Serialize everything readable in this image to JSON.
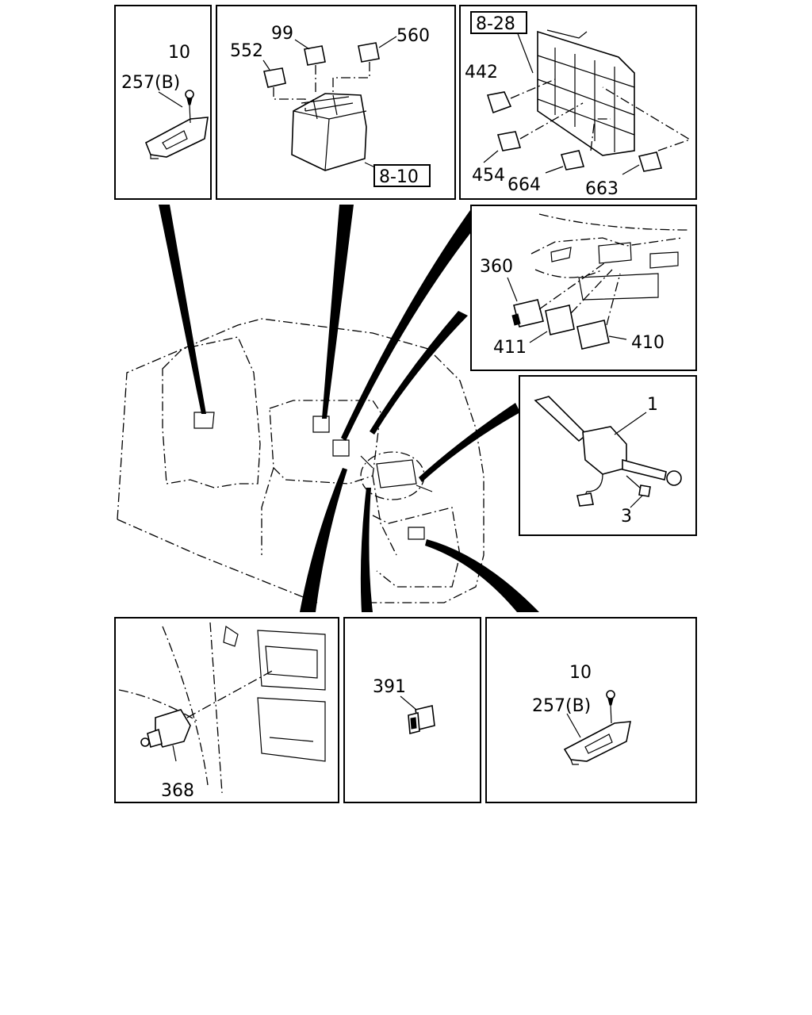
{
  "panels": {
    "top_left": {
      "labels": [
        "10",
        "257(B)"
      ]
    },
    "top_middle": {
      "labels": [
        "99",
        "560",
        "552"
      ],
      "ref": "8-10"
    },
    "top_right": {
      "labels": [
        "442",
        "454",
        "664",
        "663"
      ],
      "ref": "8-28"
    },
    "mid_right_upper": {
      "labels": [
        "360",
        "411",
        "410"
      ]
    },
    "mid_right_lower": {
      "labels": [
        "1",
        "3"
      ]
    },
    "bottom_left": {
      "labels": [
        "368"
      ]
    },
    "bottom_middle": {
      "labels": [
        "391"
      ]
    },
    "bottom_right": {
      "labels": [
        "10",
        "257(B)"
      ]
    }
  }
}
